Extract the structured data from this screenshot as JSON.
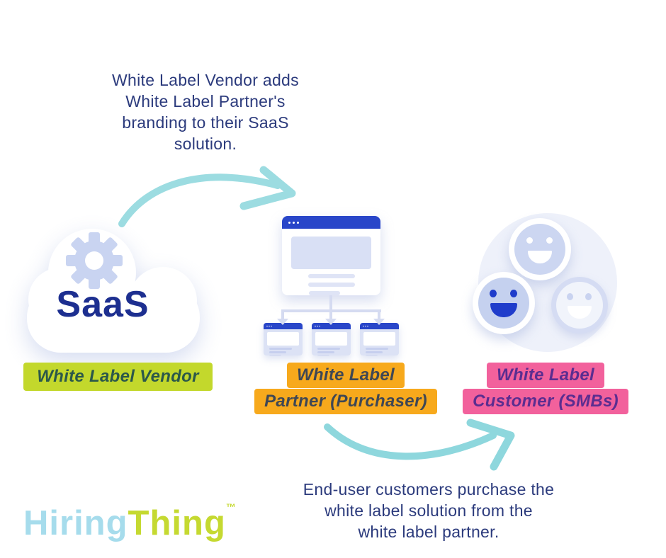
{
  "top_annotation": {
    "lines": [
      "White Label Vendor adds",
      "White Label Partner's",
      "branding to their SaaS",
      "solution."
    ]
  },
  "bottom_annotation": {
    "lines": [
      "End-user customers purchase the",
      "white label solution from the",
      "white label partner."
    ]
  },
  "cloud": {
    "label": "SaaS"
  },
  "labels": {
    "vendor": {
      "text": "White Label Vendor",
      "bg": "#c3d82c",
      "text_color": "#2b584a"
    },
    "partner": {
      "lines": [
        "White Label",
        "Partner (Purchaser)"
      ],
      "bg": "#f7a91c",
      "text_color": "#3f4754"
    },
    "customer": {
      "lines": [
        "White Label",
        "Customer (SMBs)"
      ],
      "bg": "#f2619c",
      "text_color": "#5b2d90"
    }
  },
  "logo": {
    "part1": "Hiring",
    "part2": "Thing",
    "trademark": "™",
    "part1_color": "#a6dcec",
    "part2_color": "#c5d931"
  },
  "icons": {
    "curved_arrow": "hand-drawn teal curved arrow",
    "gear": "gear inside cloud",
    "browser_window": "browser window with blue title bar and three dots",
    "smiley": "smiling face circle"
  },
  "colors": {
    "annotation_text": "#2b3a7c",
    "saas_text": "#1d2f90",
    "arrow_teal": "#9cdce1",
    "window_bar_blue": "#2946c9",
    "periwinkle": "#ccd6f1",
    "periwinkle_light": "#dce2f5",
    "blob_bg": "#eef1fa"
  }
}
